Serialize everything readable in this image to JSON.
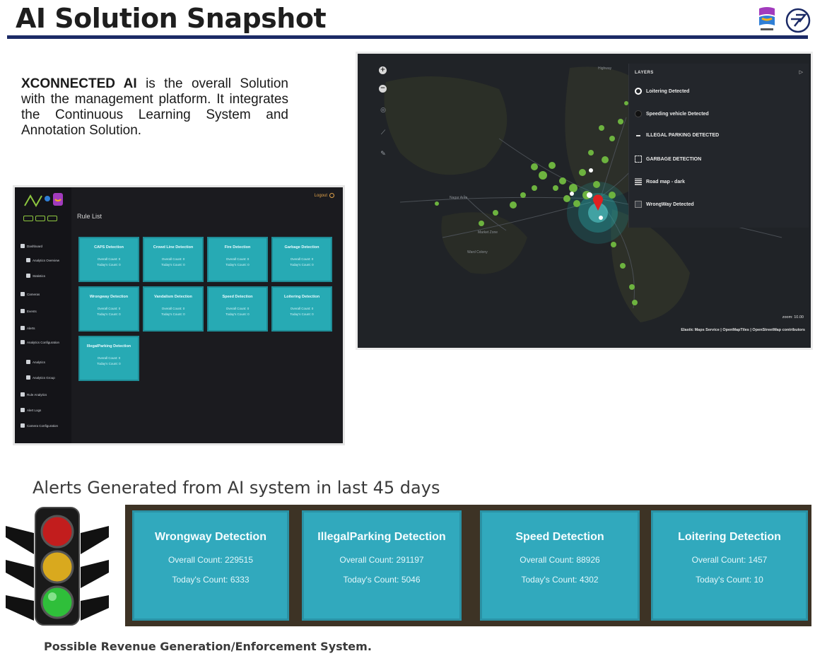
{
  "slide": {
    "title": "AI Solution Snapshot",
    "intro_brand": "XCONNECTED AI",
    "intro_text": " is the overall Solution with the management platform. It integrates the Continuous Learning System and Annotation Solution.",
    "alerts_heading": "Alerts Generated from AI system in last 45 days",
    "footer_note": "Possible Revenue Generation/Enforcement System."
  },
  "dashboard": {
    "section_title": "Rule List",
    "logout_label": "Logout",
    "sidebar": [
      {
        "label": "Dashboard"
      },
      {
        "label": "Analytics Overview"
      },
      {
        "label": "Statistics"
      },
      {
        "label": "Cameras"
      },
      {
        "label": "Events"
      },
      {
        "label": "Alerts"
      },
      {
        "label": "Analytics Configuration"
      },
      {
        "label": "Analytics"
      },
      {
        "label": "Analytics Group"
      },
      {
        "label": "Rule Analytics"
      },
      {
        "label": "Alert Logs"
      },
      {
        "label": "Camera Configuration"
      }
    ],
    "rules": [
      {
        "name": "CAPS Detection",
        "overall": "Overall Count: 0",
        "today": "Today's Count: 0"
      },
      {
        "name": "Crowd Line Detection",
        "overall": "Overall Count: 0",
        "today": "Today's Count: 0"
      },
      {
        "name": "Fire Detection",
        "overall": "Overall Count: 0",
        "today": "Today's Count: 0"
      },
      {
        "name": "Garbage Detection",
        "overall": "Overall Count: 0",
        "today": "Today's Count: 0"
      },
      {
        "name": "Wrongway Detection",
        "overall": "Overall Count: 0",
        "today": "Today's Count: 0"
      },
      {
        "name": "Vandalism Detection",
        "overall": "Overall Count: 0",
        "today": "Today's Count: 0"
      },
      {
        "name": "Speed Detection",
        "overall": "Overall Count: 0",
        "today": "Today's Count: 0"
      },
      {
        "name": "Loitering Detection",
        "overall": "Overall Count: 0",
        "today": "Today's Count: 0"
      },
      {
        "name": "IllegalParking Detection",
        "overall": "Overall Count: 0",
        "today": "Today's Count: 0"
      }
    ]
  },
  "map": {
    "layers_title": "LAYERS",
    "layers": [
      {
        "label": "Loitering Detected",
        "icon": "ring-icon",
        "color": "#ffffff"
      },
      {
        "label": "Speeding vehicle Detected",
        "icon": "dot-icon",
        "color": "#111111"
      },
      {
        "label": "ILLEGAL PARKING DETECTED",
        "icon": "dash-icon",
        "color": "#dddddd"
      },
      {
        "label": "GARBAGE DETECTION",
        "icon": "frame-icon",
        "color": "#dddddd"
      },
      {
        "label": "Road map - dark",
        "icon": "grid-icon",
        "color": "#bbbbbb"
      },
      {
        "label": "WrongWay Detected",
        "icon": "map-icon",
        "color": "#888888"
      }
    ],
    "zoom_label": "zoom: 10.00",
    "attribution": "Elastic Maps Service  |  OpenMapTiles  |  OpenStreetMap contributors"
  },
  "alerts": [
    {
      "title": "Wrongway Detection",
      "overall": "Overall Count: 229515",
      "today": "Today's Count: 6333"
    },
    {
      "title": "IllegalParking Detection",
      "overall": "Overall Count: 291197",
      "today": "Today's Count: 5046"
    },
    {
      "title": "Speed Detection",
      "overall": "Overall Count: 88926",
      "today": "Today's Count: 4302"
    },
    {
      "title": "Loitering Detection",
      "overall": "Overall Count: 1457",
      "today": "Today's Count: 10"
    }
  ],
  "colors": {
    "title_rule": "#1b2a66",
    "card_teal": "#31a9bd",
    "strip_dark": "#3d3325",
    "map_markers": "#6db33f"
  }
}
